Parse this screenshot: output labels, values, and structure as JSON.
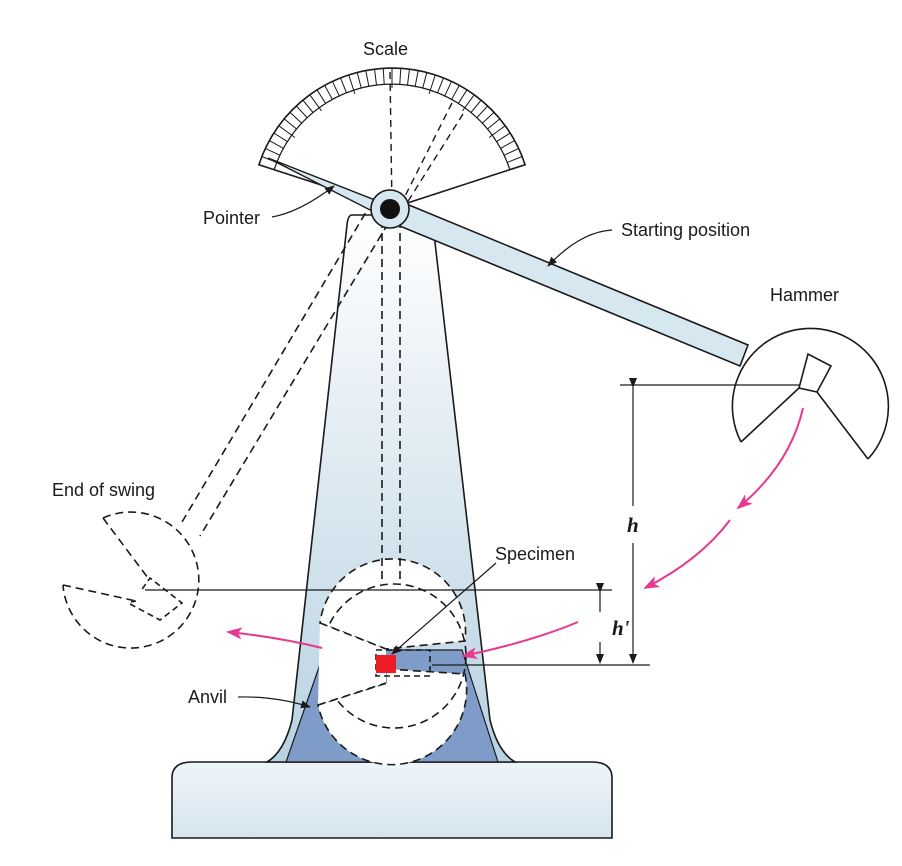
{
  "labels": {
    "scale": "Scale",
    "pointer": "Pointer",
    "starting_position": "Starting position",
    "hammer": "Hammer",
    "end_of_swing": "End of swing",
    "specimen": "Specimen",
    "anvil": "Anvil",
    "h": "h",
    "h_prime": "h'"
  },
  "colors": {
    "frame_fill_top": "#ffffff",
    "frame_fill_bottom": "#b8d2e2",
    "anvil_fill": "#7f9cc8",
    "specimen_fill": "#ee1c25",
    "swing_arrow": "#e6398f",
    "arm_fill": "#d7e7ef",
    "base_fill": "#d5e5ee",
    "stroke": "#1a1a1a"
  }
}
